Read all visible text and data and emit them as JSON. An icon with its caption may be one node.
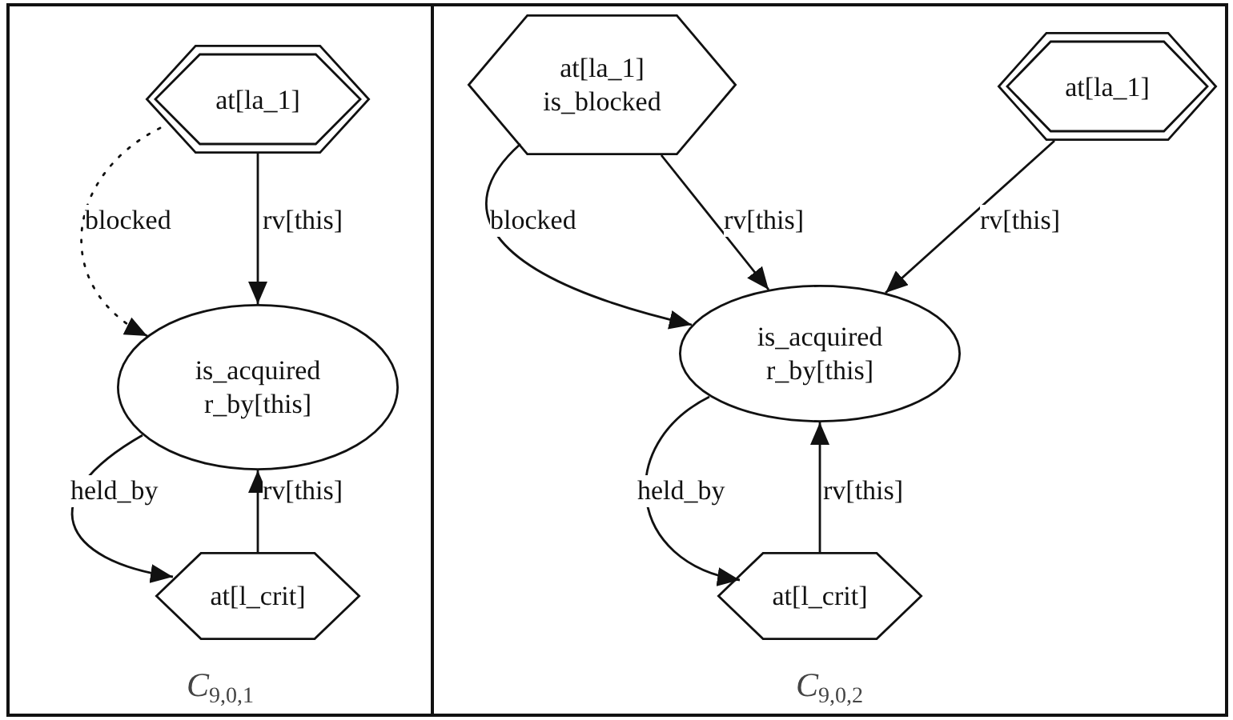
{
  "diagram": {
    "nodes": [
      {
        "text": [
          "*C*$_{9,0,1}$"
        ]
      },
      {
        "text": [
          "at[la_1]"
        ],
        "in": 0
      },
      {
        "text": [
          "is_acquired r_by[this]"
        ],
        "in": 0
      },
      {
        "text": [
          "at[l_crit]"
        ],
        "in": 0
      },
      {
        "text": [
          "*C*$_{9,0,2}$"
        ]
      },
      {
        "text": [
          "at[la_1] is_blocked"
        ],
        "in": 4
      },
      {
        "text": [
          "at[la_1]"
        ],
        "in": 4
      },
      {
        "text": [
          "is_acquired r_by[this]"
        ],
        "in": 4
      },
      {
        "text": [
          "at[l_crit]"
        ],
        "in": 4
      }
    ],
    "edges": [
      {
        "from": 1,
        "to": 2,
        "arrow": "to",
        "label": "rv[this]"
      },
      {
        "from": 1,
        "to": 2,
        "arrow": "to",
        "label": "blocked",
        "style": "dashed"
      },
      {
        "from": 2,
        "to": 3,
        "arrow": "to",
        "label": "held_by"
      },
      {
        "from": 3,
        "to": 2,
        "arrow": "to",
        "label": "rv[this]"
      },
      {
        "from": 5,
        "to": 7,
        "arrow": "to",
        "label": "blocked"
      },
      {
        "from": 5,
        "to": 7,
        "arrow": "to",
        "label": "rv[this]"
      },
      {
        "from": 6,
        "to": 7,
        "arrow": "to",
        "label": "rv[this]"
      },
      {
        "from": 7,
        "to": 8,
        "arrow": "to",
        "label": "held_by"
      },
      {
        "from": 8,
        "to": 7,
        "arrow": "to",
        "label": "rv[this]"
      }
    ]
  }
}
